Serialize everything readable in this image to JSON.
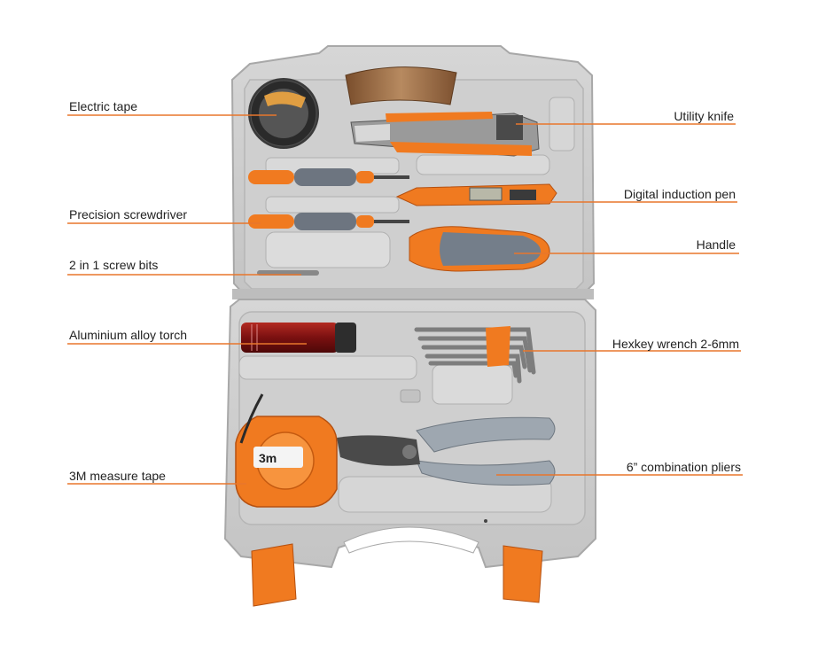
{
  "callouts": {
    "electric_tape": "Electric tape",
    "precision_screwdriver": "Precision screwdriver",
    "screw_bits": "2 in 1 screw bits",
    "torch": "Aluminium alloy torch",
    "measure_tape": "3M measure tape",
    "utility_knife": "Utility knife",
    "induction_pen": "Digital induction pen",
    "handle": "Handle",
    "hexkey": "Hexkey wrench 2-6mm",
    "pliers": "6” combination pliers"
  },
  "tape_marking": "3m",
  "colors": {
    "leader_line": "#e8762c",
    "case_grey": "#c9c9c9",
    "tool_orange": "#f07a20",
    "torch_red": "#8b1414"
  }
}
